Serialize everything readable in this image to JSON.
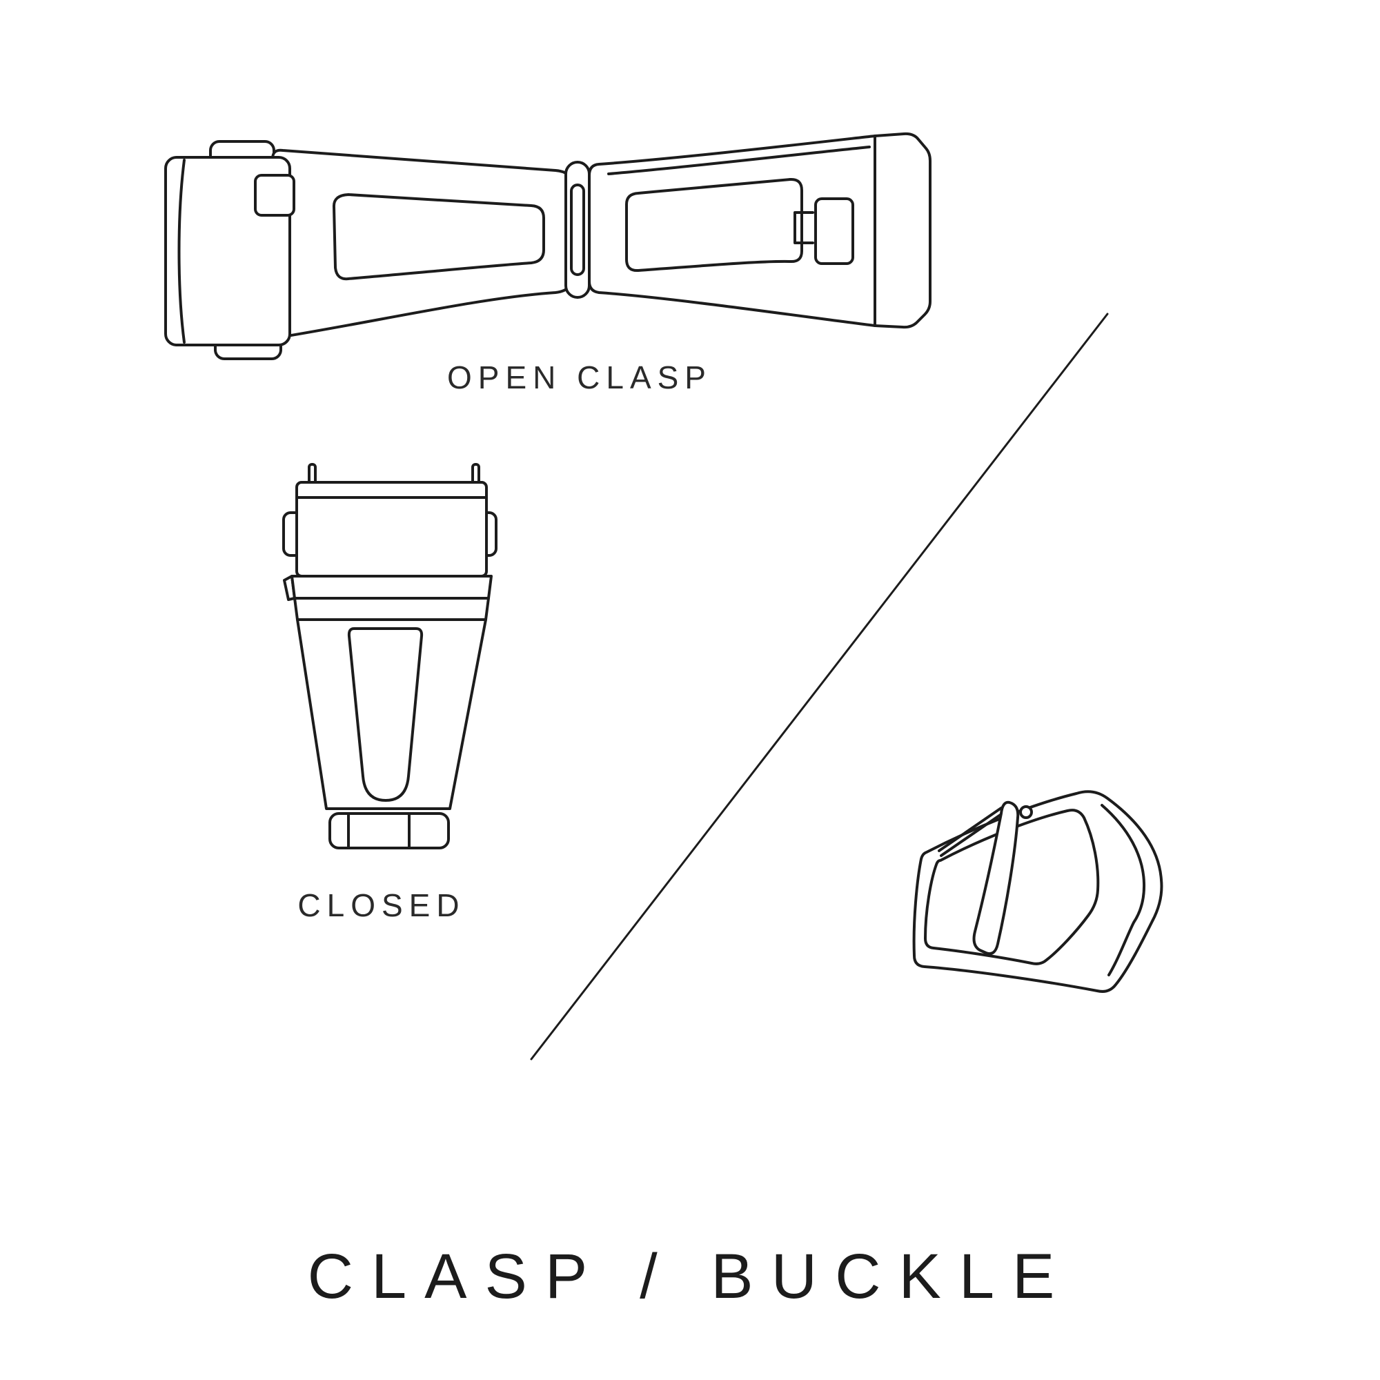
{
  "colors": {
    "background": "#ffffff",
    "ink": "#1c1c1c"
  },
  "figures": {
    "open_clasp": {
      "label": "OPEN CLASP",
      "icon": "open-clasp-illustration"
    },
    "closed_clasp": {
      "label": "CLOSED",
      "icon": "closed-clasp-illustration"
    },
    "buckle": {
      "icon": "tang-buckle-illustration"
    }
  },
  "title": "CLASP / BUCKLE"
}
